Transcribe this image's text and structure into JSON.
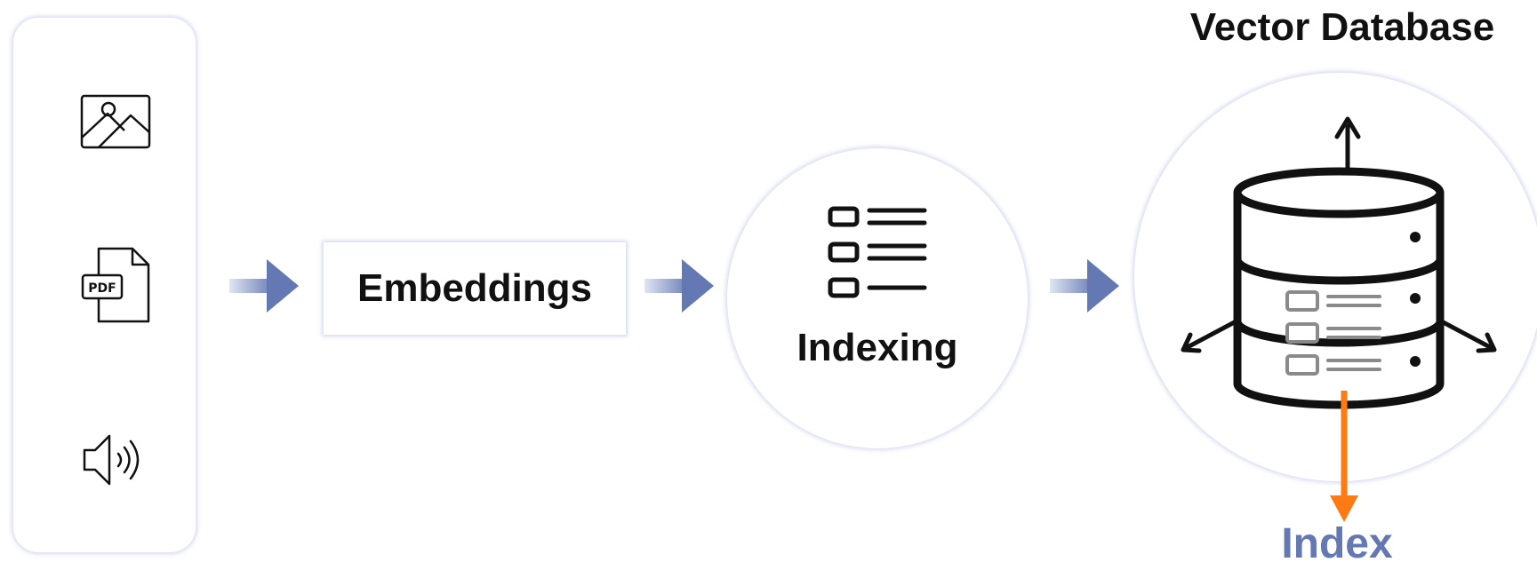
{
  "sources": {
    "items": [
      {
        "icon": "image-icon"
      },
      {
        "icon": "pdf-file-icon",
        "badge": "PDF"
      },
      {
        "icon": "speaker-icon"
      }
    ]
  },
  "embeddings": {
    "label": "Embeddings"
  },
  "indexing": {
    "label": "Indexing",
    "icon": "index-list-icon"
  },
  "vector_database": {
    "title": "Vector Database",
    "icon": "database-icon"
  },
  "index": {
    "label": "Index"
  },
  "colors": {
    "arrow_gradient_start": "#dfe5f3",
    "arrow_gradient_end": "#6478b4",
    "accent_orange": "#ff7a12",
    "index_text": "#6478b4",
    "panel_glow": "#8c9bcd"
  }
}
